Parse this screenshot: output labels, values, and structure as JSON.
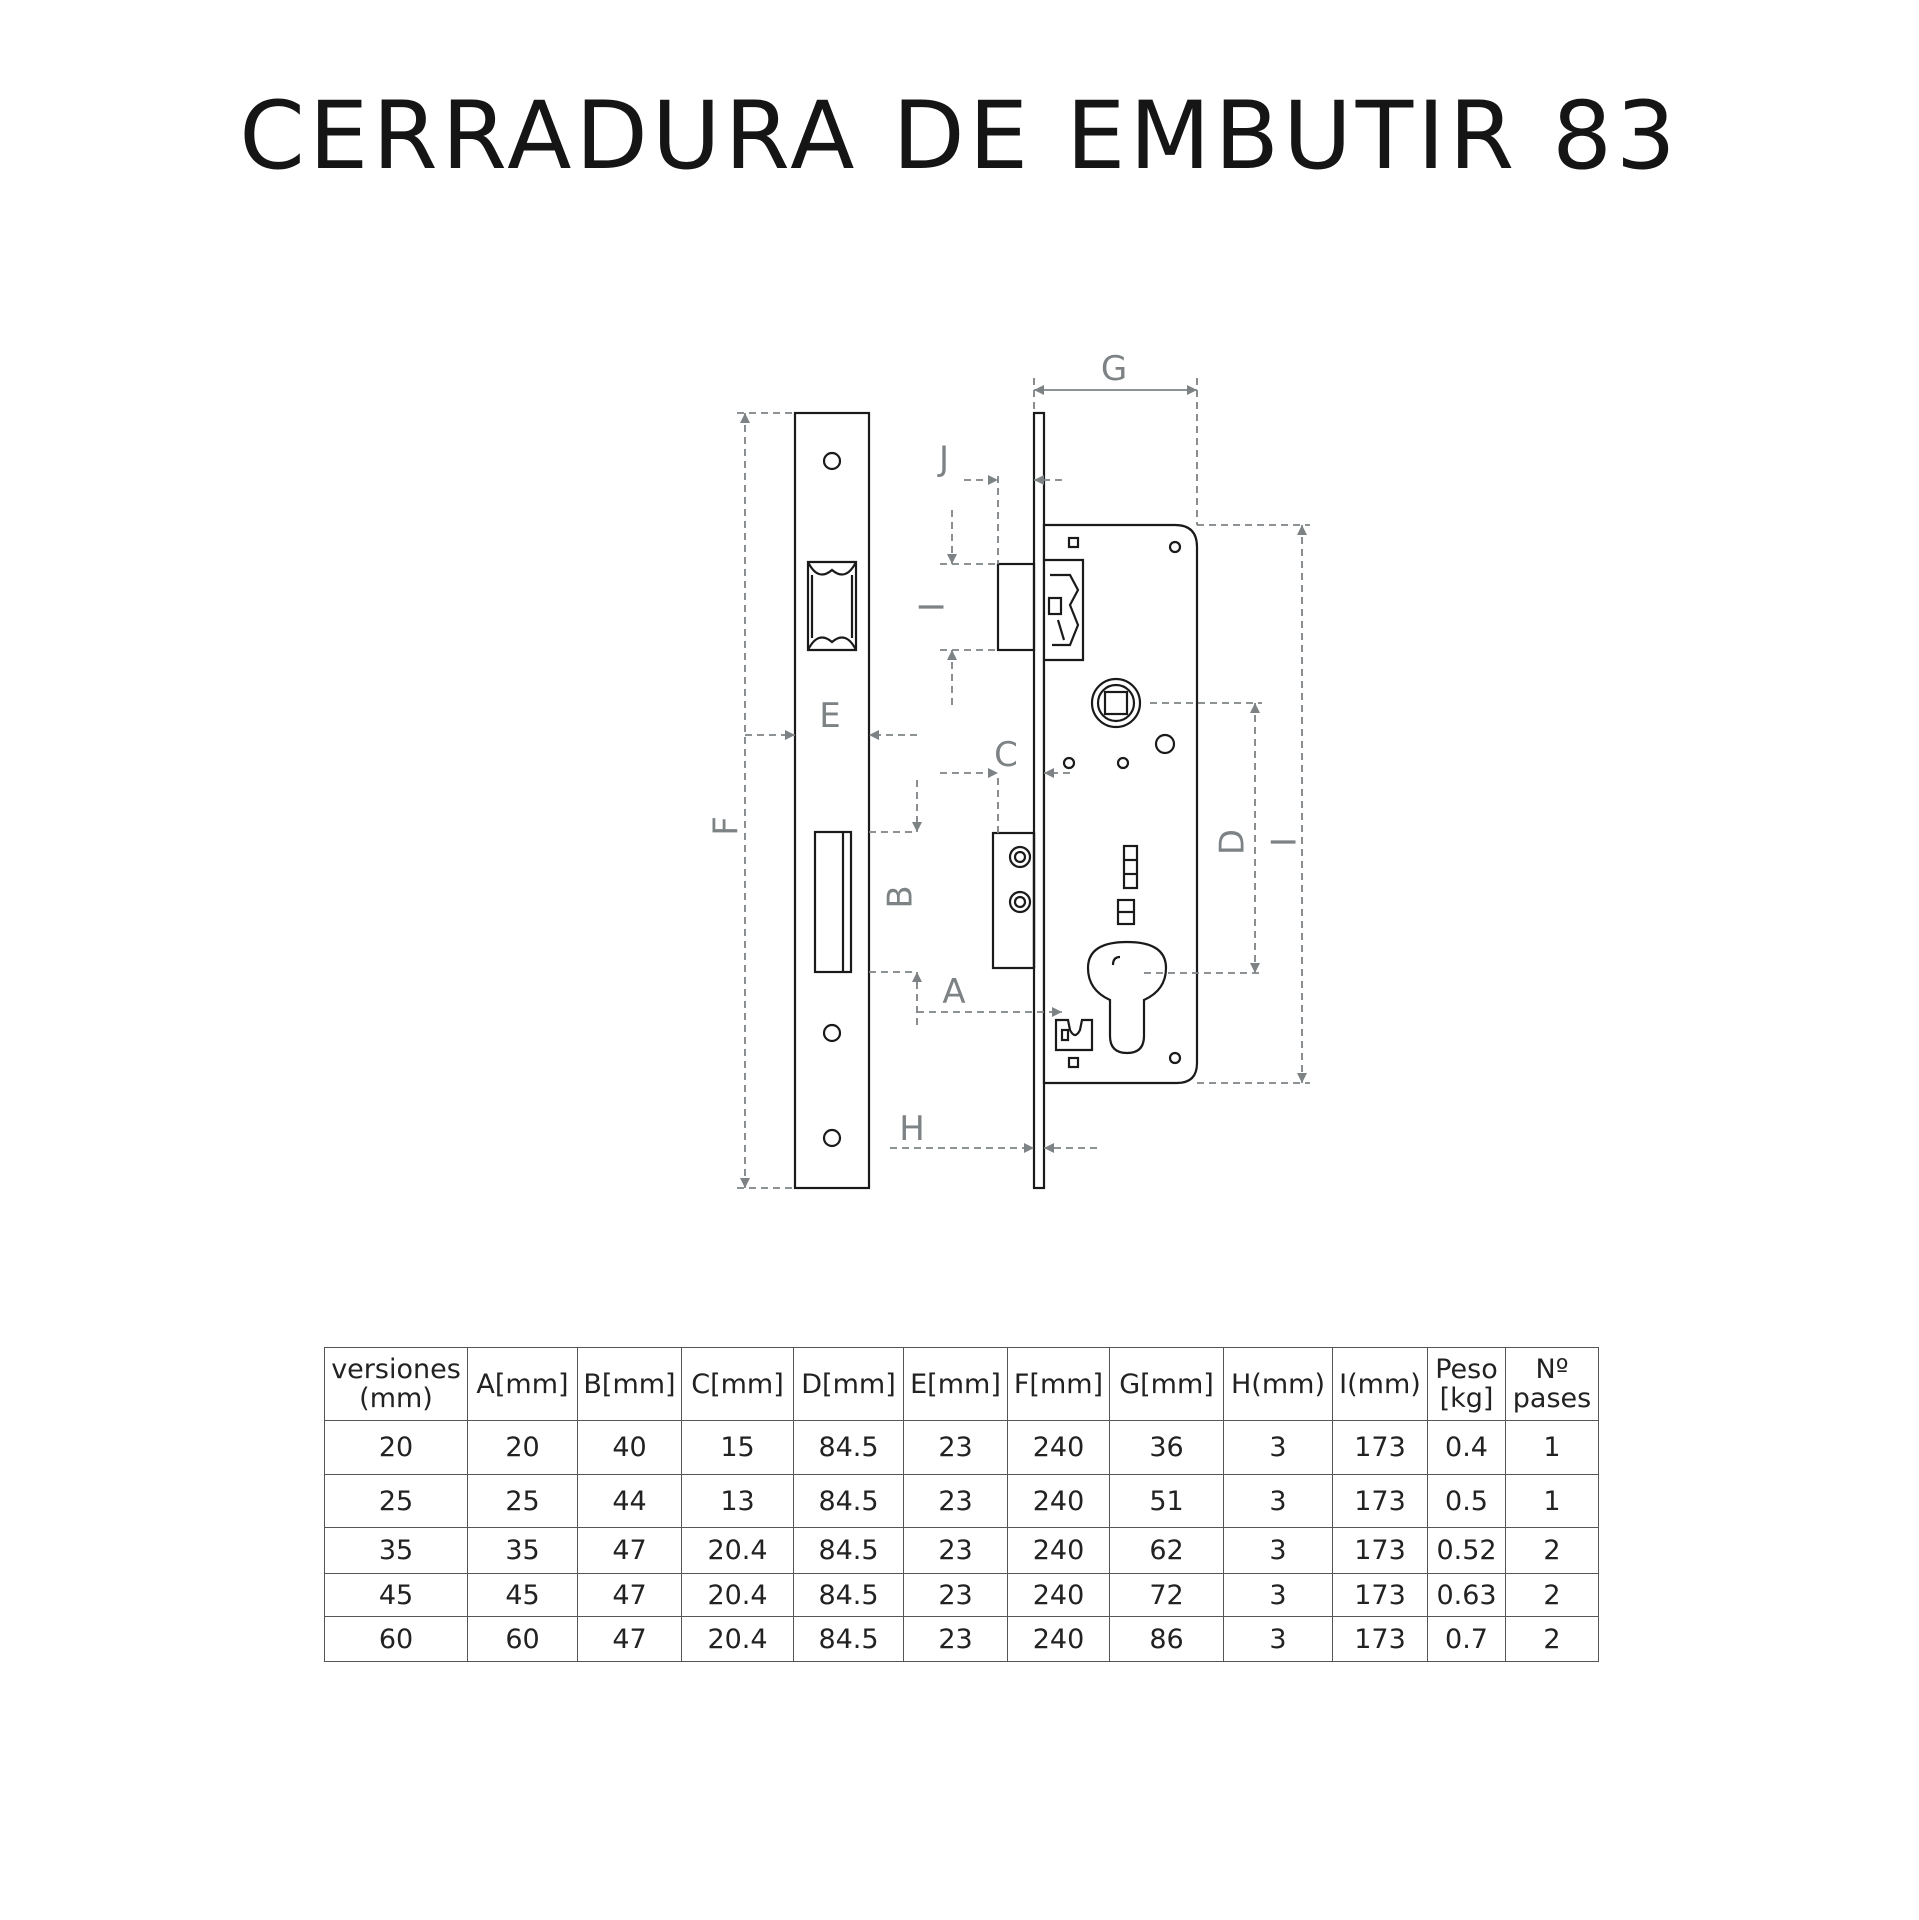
{
  "title": "CERRADURA DE EMBUTIR 83",
  "dimension_labels": [
    "G",
    "J",
    "I",
    "E",
    "C",
    "F",
    "D",
    "I",
    "B",
    "A",
    "H"
  ],
  "table": {
    "headers": [
      [
        "versiones",
        "(mm)"
      ],
      [
        "A[mm]"
      ],
      [
        "B[mm]"
      ],
      [
        "C[mm]"
      ],
      [
        "D[mm]"
      ],
      [
        "E[mm]"
      ],
      [
        "F[mm]"
      ],
      [
        "G[mm]"
      ],
      [
        "H(mm)"
      ],
      [
        "I(mm)"
      ],
      [
        "Peso",
        "[kg]"
      ],
      [
        "Nº",
        "pases"
      ]
    ],
    "rows": [
      [
        "20",
        "20",
        "40",
        "15",
        "84.5",
        "23",
        "240",
        "36",
        "3",
        "173",
        "0.4",
        "1"
      ],
      [
        "25",
        "25",
        "44",
        "13",
        "84.5",
        "23",
        "240",
        "51",
        "3",
        "173",
        "0.5",
        "1"
      ],
      [
        "35",
        "35",
        "47",
        "20.4",
        "84.5",
        "23",
        "240",
        "62",
        "3",
        "173",
        "0.52",
        "2"
      ],
      [
        "45",
        "45",
        "47",
        "20.4",
        "84.5",
        "23",
        "240",
        "72",
        "3",
        "173",
        "0.63",
        "2"
      ],
      [
        "60",
        "60",
        "47",
        "20.4",
        "84.5",
        "23",
        "240",
        "86",
        "3",
        "173",
        "0.7",
        "2"
      ]
    ]
  }
}
